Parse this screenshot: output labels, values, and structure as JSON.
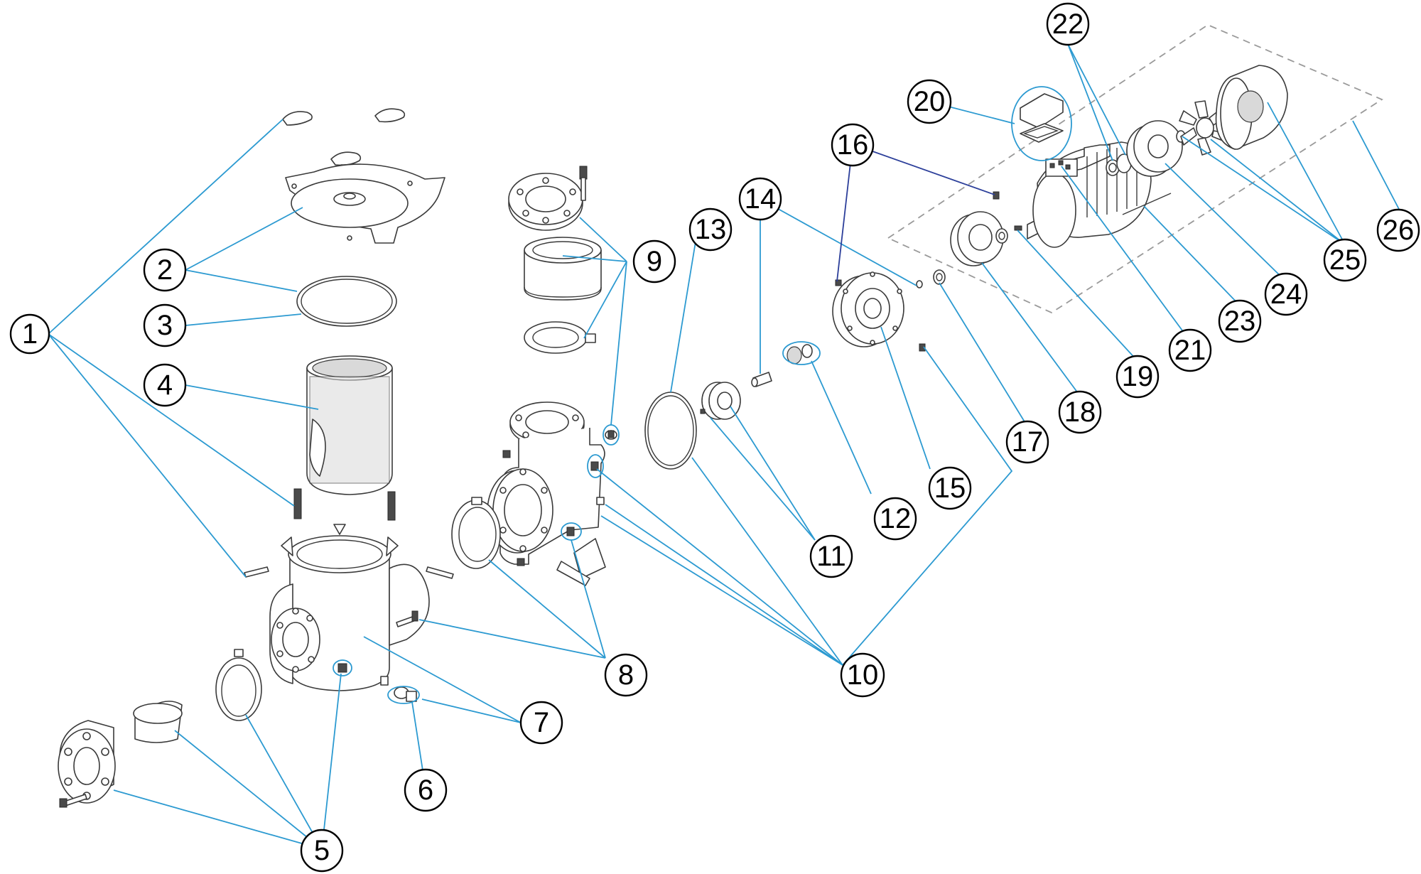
{
  "diagram": {
    "type": "exploded-parts-view",
    "callouts": [
      "1",
      "2",
      "3",
      "4",
      "5",
      "6",
      "7",
      "8",
      "9",
      "10",
      "11",
      "12",
      "13",
      "14",
      "15",
      "16",
      "17",
      "18",
      "19",
      "20",
      "21",
      "22",
      "23",
      "24",
      "25",
      "26"
    ],
    "colors": {
      "leader": "#2c9ad1",
      "leader_alt": "#2c3f9a",
      "outline": "#3a3a3a",
      "callout_ring": "#000000"
    }
  }
}
